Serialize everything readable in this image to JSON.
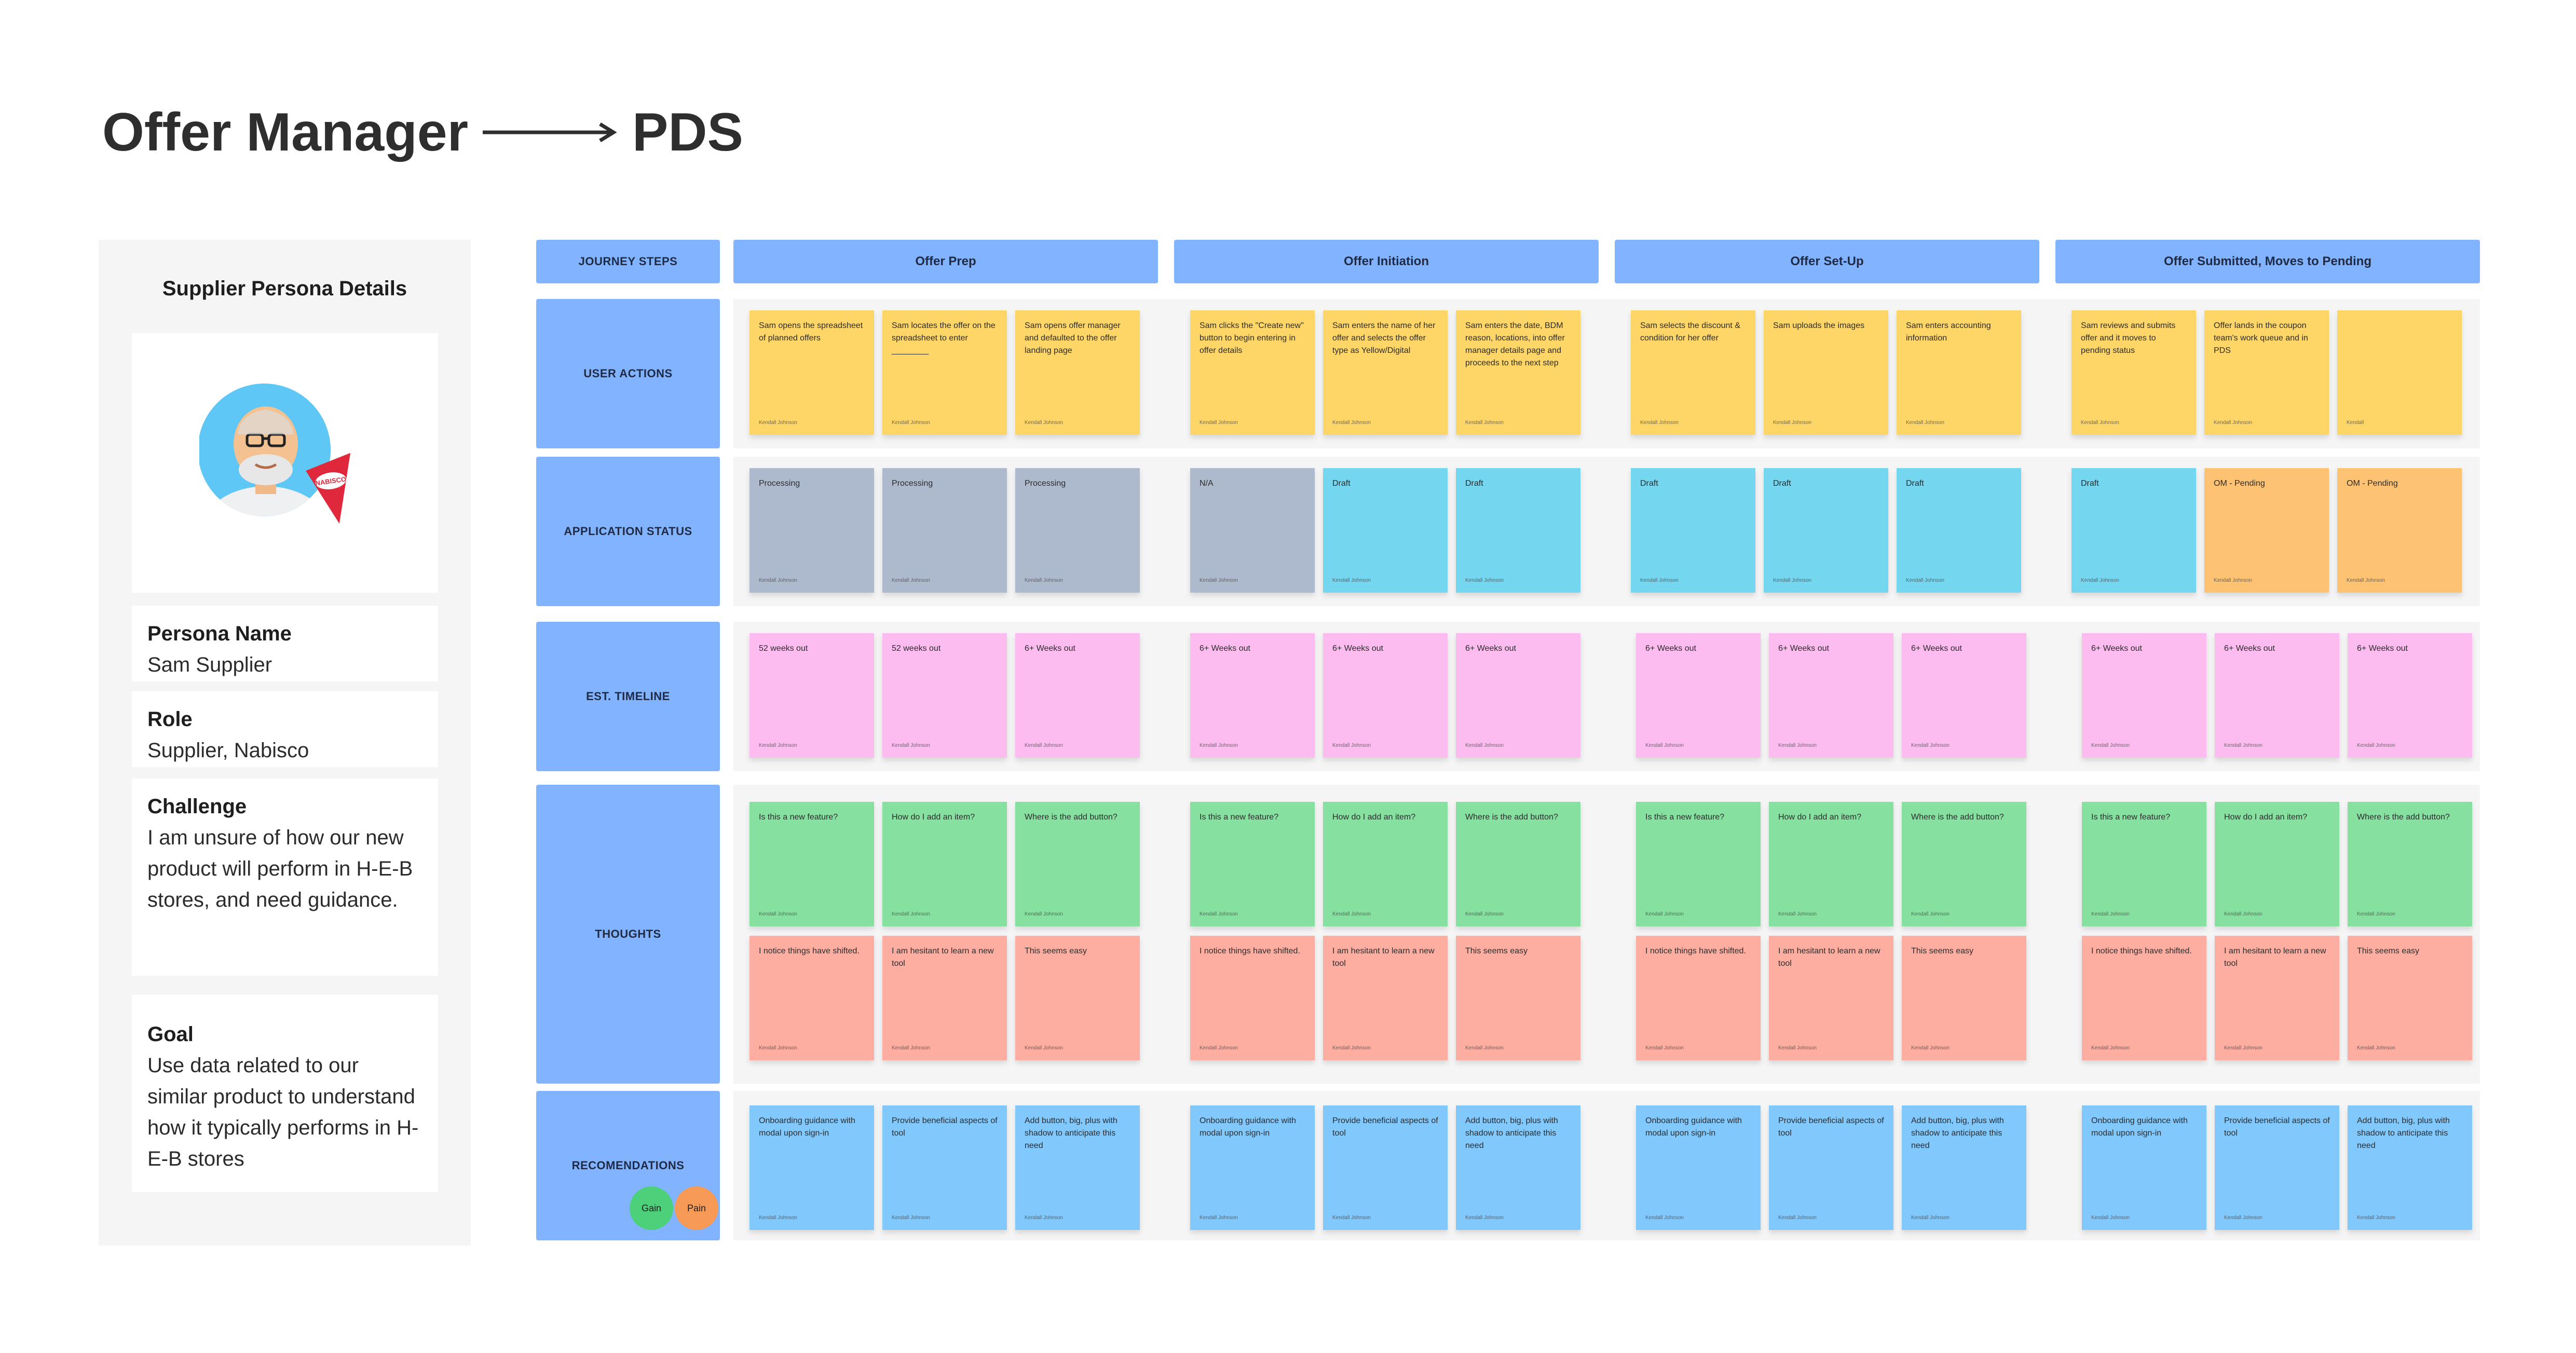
{
  "title": {
    "left": "Offer Manager",
    "right": "PDS"
  },
  "persona": {
    "heading": "Supplier Persona Details",
    "logo_text": "NABISCO",
    "fields": [
      {
        "label": "Persona Name",
        "value": "Sam Supplier"
      },
      {
        "label": "Role",
        "value": "Supplier, Nabisco"
      },
      {
        "label": "Challenge",
        "value": "I am unsure of how our new product will perform in H-E-B stores, and need guidance."
      },
      {
        "label": "Goal",
        "value": "Use data related to our similar product to understand how it typically performs in H-E-B stores"
      }
    ]
  },
  "journey": {
    "steps_label": "JOURNEY STEPS",
    "phases": [
      "Offer Prep",
      "Offer Initiation",
      "Offer Set-Up",
      "Offer Submitted, Moves to Pending"
    ],
    "rows": [
      {
        "label": "USER ACTIONS",
        "notes": [
          [
            {
              "text": "Sam opens the spreadsheet of planned offers",
              "author": "Kendall Johnson",
              "color": "yellow"
            },
            {
              "text": "Sam locates the offer on the spreadsheet to enter ________",
              "author": "Kendall Johnson",
              "color": "yellow"
            },
            {
              "text": "Sam opens offer manager and defaulted to the offer landing page",
              "author": "Kendall Johnson",
              "color": "yellow"
            }
          ],
          [
            {
              "text": "Sam clicks the \"Create new\" button to begin entering in offer details",
              "author": "Kendall Johnson",
              "color": "yellow"
            },
            {
              "text": "Sam enters the name of her offer and selects the offer type as Yellow/Digital",
              "author": "Kendall Johnson",
              "color": "yellow"
            },
            {
              "text": "Sam enters the date, BDM reason, locations, into offer manager details page and proceeds to the next step",
              "author": "Kendall Johnson",
              "color": "yellow"
            }
          ],
          [
            {
              "text": "Sam selects the discount & condition for her offer",
              "author": "Kendall Johnson",
              "color": "yellow"
            },
            {
              "text": "Sam uploads the images",
              "author": "Kendall Johnson",
              "color": "yellow"
            },
            {
              "text": "Sam enters accounting information",
              "author": "Kendall Johnson",
              "color": "yellow"
            }
          ],
          [
            {
              "text": "Sam reviews and submits offer and it moves to pending status",
              "author": "Kendall Johnson",
              "color": "yellow"
            },
            {
              "text": "Offer lands in the coupon team's work queue and in PDS",
              "author": "Kendall Johnson",
              "color": "yellow"
            },
            {
              "text": "",
              "author": "Kendall",
              "color": "yellow"
            }
          ]
        ]
      },
      {
        "label": "APPLICATION STATUS",
        "notes": [
          [
            {
              "text": "Processing",
              "author": "Kendall Johnson",
              "color": "gray"
            },
            {
              "text": "Processing",
              "author": "Kendall Johnson",
              "color": "gray"
            },
            {
              "text": "Processing",
              "author": "Kendall Johnson",
              "color": "gray"
            }
          ],
          [
            {
              "text": "N/A",
              "author": "Kendall Johnson",
              "color": "gray"
            },
            {
              "text": "Draft",
              "author": "Kendall Johnson",
              "color": "cyan"
            },
            {
              "text": "Draft",
              "author": "Kendall Johnson",
              "color": "cyan"
            }
          ],
          [
            {
              "text": "Draft",
              "author": "Kendall Johnson",
              "color": "cyan"
            },
            {
              "text": "Draft",
              "author": "Kendall Johnson",
              "color": "cyan"
            },
            {
              "text": "Draft",
              "author": "Kendall Johnson",
              "color": "cyan"
            }
          ],
          [
            {
              "text": "Draft",
              "author": "Kendall Johnson",
              "color": "cyan"
            },
            {
              "text": "OM - Pending",
              "author": "Kendall Johnson",
              "color": "orange"
            },
            {
              "text": "OM - Pending",
              "author": "Kendall Johnson",
              "color": "orange"
            }
          ]
        ]
      },
      {
        "label": "EST. TIMELINE",
        "notes": [
          [
            {
              "text": "52 weeks out",
              "author": "Kendall Johnson",
              "color": "pink"
            },
            {
              "text": "52 weeks out",
              "author": "Kendall Johnson",
              "color": "pink"
            },
            {
              "text": "6+ Weeks out",
              "author": "Kendall Johnson",
              "color": "pink"
            }
          ],
          [
            {
              "text": "6+ Weeks out",
              "author": "Kendall Johnson",
              "color": "pink"
            },
            {
              "text": "6+ Weeks out",
              "author": "Kendall Johnson",
              "color": "pink"
            },
            {
              "text": "6+ Weeks out",
              "author": "Kendall Johnson",
              "color": "pink"
            }
          ],
          [
            {
              "text": "6+ Weeks out",
              "author": "Kendall Johnson",
              "color": "pink"
            },
            {
              "text": "6+ Weeks out",
              "author": "Kendall Johnson",
              "color": "pink"
            },
            {
              "text": "6+ Weeks out",
              "author": "Kendall Johnson",
              "color": "pink"
            }
          ],
          [
            {
              "text": "6+ Weeks out",
              "author": "Kendall Johnson",
              "color": "pink"
            },
            {
              "text": "6+ Weeks out",
              "author": "Kendall Johnson",
              "color": "pink"
            },
            {
              "text": "6+ Weeks out",
              "author": "Kendall Johnson",
              "color": "pink"
            }
          ]
        ]
      },
      {
        "label": "THOUGHTS",
        "notes": [
          [
            {
              "text": "Is this a new feature?",
              "author": "Kendall Johnson",
              "color": "green"
            },
            {
              "text": "How do I add an item?",
              "author": "Kendall Johnson",
              "color": "green"
            },
            {
              "text": "Where is the add button?",
              "author": "Kendall Johnson",
              "color": "green"
            }
          ],
          [
            {
              "text": "Is this a new feature?",
              "author": "Kendall Johnson",
              "color": "green"
            },
            {
              "text": "How do I add an item?",
              "author": "Kendall Johnson",
              "color": "green"
            },
            {
              "text": "Where is the add button?",
              "author": "Kendall Johnson",
              "color": "green"
            }
          ],
          [
            {
              "text": "Is this a new feature?",
              "author": "Kendall Johnson",
              "color": "green"
            },
            {
              "text": "How do I add an item?",
              "author": "Kendall Johnson",
              "color": "green"
            },
            {
              "text": "Where is the add button?",
              "author": "Kendall Johnson",
              "color": "green"
            }
          ],
          [
            {
              "text": "Is this a new feature?",
              "author": "Kendall Johnson",
              "color": "green"
            },
            {
              "text": "How do I add an item?",
              "author": "Kendall Johnson",
              "color": "green"
            },
            {
              "text": "Where is the add button?",
              "author": "Kendall Johnson",
              "color": "green"
            }
          ]
        ],
        "notes2": [
          [
            {
              "text": "I notice things have shifted.",
              "author": "Kendall Johnson",
              "color": "salmon"
            },
            {
              "text": "I am hesitant to learn a new tool",
              "author": "Kendall Johnson",
              "color": "salmon"
            },
            {
              "text": "This seems easy",
              "author": "Kendall Johnson",
              "color": "salmon"
            }
          ],
          [
            {
              "text": "I notice things have shifted.",
              "author": "Kendall Johnson",
              "color": "salmon"
            },
            {
              "text": "I am hesitant to learn a new tool",
              "author": "Kendall Johnson",
              "color": "salmon"
            },
            {
              "text": "This seems easy",
              "author": "Kendall Johnson",
              "color": "salmon"
            }
          ],
          [
            {
              "text": "I notice things have shifted.",
              "author": "Kendall Johnson",
              "color": "salmon"
            },
            {
              "text": "I am hesitant to learn a new tool",
              "author": "Kendall Johnson",
              "color": "salmon"
            },
            {
              "text": "This seems easy",
              "author": "Kendall Johnson",
              "color": "salmon"
            }
          ],
          [
            {
              "text": "I notice things have shifted.",
              "author": "Kendall Johnson",
              "color": "salmon"
            },
            {
              "text": "I am hesitant to learn a new tool",
              "author": "Kendall Johnson",
              "color": "salmon"
            },
            {
              "text": "This seems easy",
              "author": "Kendall Johnson",
              "color": "salmon"
            }
          ]
        ]
      },
      {
        "label": "RECOMENDATIONS",
        "notes": [
          [
            {
              "text": "Onboarding guidance with modal upon sign-in",
              "author": "Kendall Johnson",
              "color": "blue"
            },
            {
              "text": "Provide beneficial aspects of tool",
              "author": "Kendall Johnson",
              "color": "blue"
            },
            {
              "text": "Add button, big, plus with shadow to anticipate this need",
              "author": "Kendall Johnson",
              "color": "blue"
            }
          ],
          [
            {
              "text": "Onboarding guidance with modal upon sign-in",
              "author": "Kendall Johnson",
              "color": "blue"
            },
            {
              "text": "Provide beneficial aspects of tool",
              "author": "Kendall Johnson",
              "color": "blue"
            },
            {
              "text": "Add button, big, plus with shadow to anticipate this need",
              "author": "Kendall Johnson",
              "color": "blue"
            }
          ],
          [
            {
              "text": "Onboarding guidance with modal upon sign-in",
              "author": "Kendall Johnson",
              "color": "blue"
            },
            {
              "text": "Provide beneficial aspects of tool",
              "author": "Kendall Johnson",
              "color": "blue"
            },
            {
              "text": "Add button, big, plus with shadow to anticipate this need",
              "author": "Kendall Johnson",
              "color": "blue"
            }
          ],
          [
            {
              "text": "Onboarding guidance with modal upon sign-in",
              "author": "Kendall Johnson",
              "color": "blue"
            },
            {
              "text": "Provide beneficial aspects of tool",
              "author": "Kendall Johnson",
              "color": "blue"
            },
            {
              "text": "Add button, big, plus with shadow to anticipate this need",
              "author": "Kendall Johnson",
              "color": "blue"
            }
          ]
        ]
      }
    ],
    "legend": {
      "gain": "Gain",
      "pain": "Pain"
    }
  },
  "colors": {
    "yellow": "#fdd667",
    "gray": "#adb9cc",
    "cyan": "#74d6ef",
    "orange": "#fdc272",
    "pink": "#fdbcf0",
    "green": "#86e0a0",
    "salmon": "#fdaea0",
    "blue": "#81c8fd",
    "header_blue": "#82b3ff",
    "gain": "#4cd07a",
    "pain": "#f79a55"
  }
}
